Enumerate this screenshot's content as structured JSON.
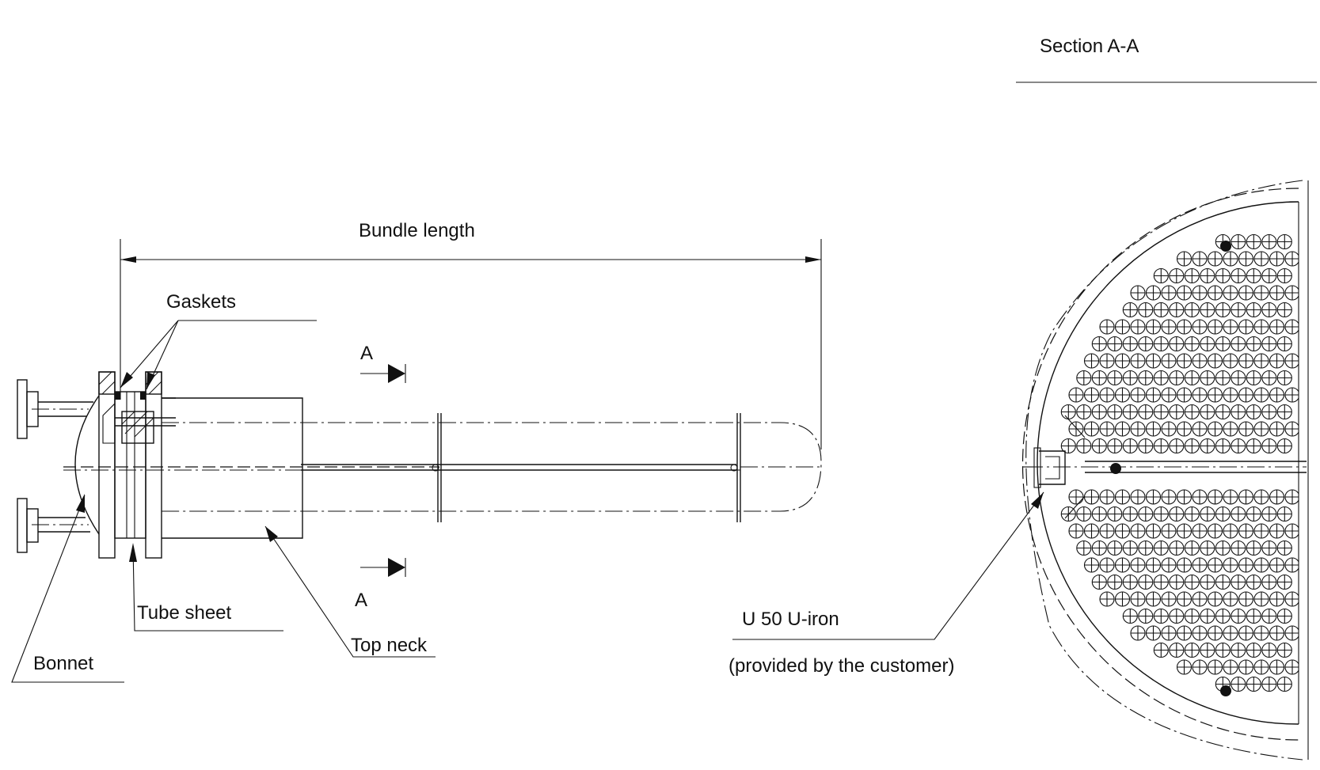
{
  "labels": {
    "section_title": "Section A-A",
    "bundle_length": "Bundle length",
    "gaskets": "Gaskets",
    "section_mark_top": "A",
    "section_mark_bottom": "A",
    "tube_sheet": "Tube sheet",
    "bonnet": "Bonnet",
    "top_neck": "Top neck",
    "u_iron": "U 50 U-iron",
    "customer_note": "(provided by the customer)"
  },
  "colors": {
    "ink": "#111111",
    "background": "#ffffff"
  }
}
